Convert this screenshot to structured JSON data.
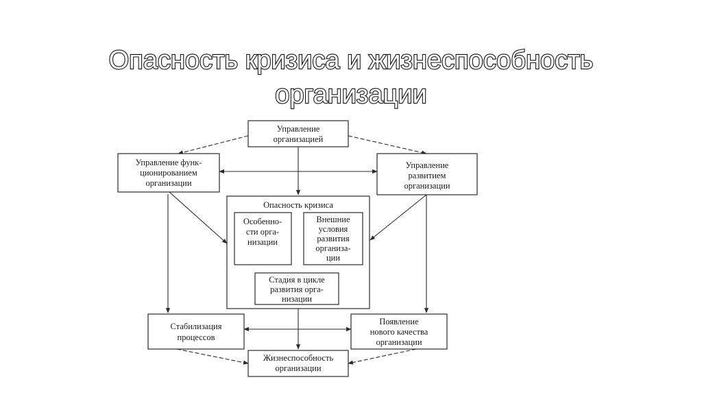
{
  "title": {
    "line1": "Опасность кризиса и жизнеспособность",
    "line2": "организации"
  },
  "diagram": {
    "management": [
      "Управление",
      "организацией"
    ],
    "functioning": [
      "Управление функ-",
      "ционированием",
      "организации"
    ],
    "development": [
      "Управление",
      "развитием",
      "организации"
    ],
    "crisis_danger": "Опасность кризиса",
    "features": [
      "Особенно-",
      "сти орга-",
      "низации"
    ],
    "external": [
      "Внешние",
      "условия",
      "развития",
      "организа-",
      "ции"
    ],
    "stage": [
      "Стадия в цикле",
      "развития орга-",
      "низации"
    ],
    "stabilization": [
      "Стабилизация",
      "процессов"
    ],
    "new_quality": [
      "Появление",
      "нового качества",
      "организации"
    ],
    "viability": [
      "Жизнеспособность",
      "организации"
    ]
  }
}
